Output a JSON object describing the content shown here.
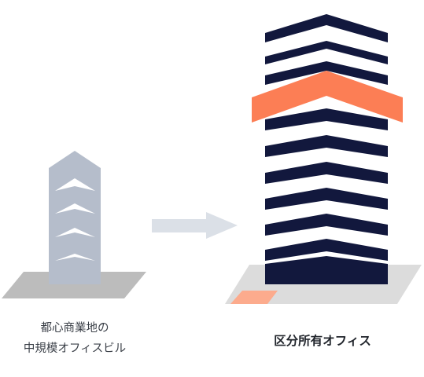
{
  "left_building": {
    "caption_line1": "都心商業地の",
    "caption_line2": "中規模オフィスビル"
  },
  "right_building": {
    "caption": "区分所有オフィス"
  },
  "colors": {
    "navy": "#12183d",
    "accent_orange": "#fc7e55",
    "light_orange": "#fcab8d",
    "small_building": "#b5bdcb",
    "small_ground": "#bcbcbc",
    "large_ground": "#dcdcdc",
    "arrow": "#dbe0e7"
  },
  "icons": {
    "arrow": "arrow-right-icon"
  }
}
